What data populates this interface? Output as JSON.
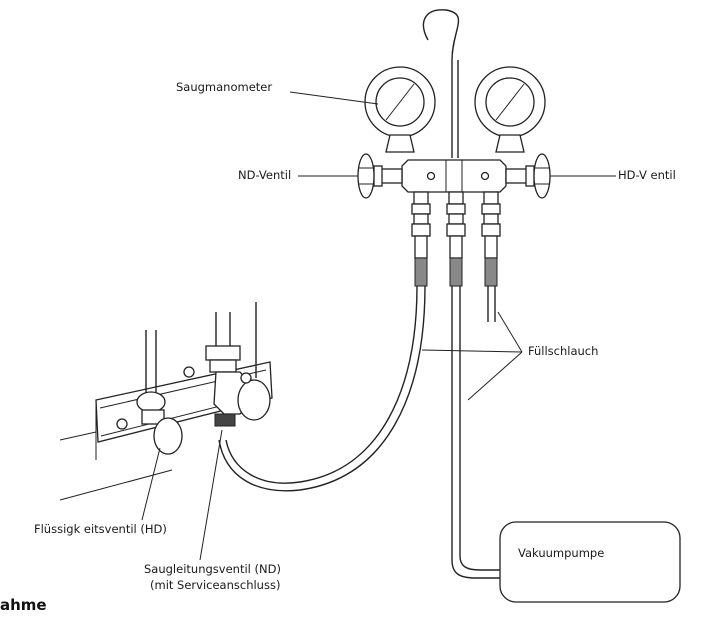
{
  "labels": {
    "saugmanometer": "Saugmanometer",
    "nd_ventil": "ND-Ventil",
    "hd_ventil": "HD-V entil",
    "fuellschlauch": "Füllschlauch",
    "fluessigkeitsventil": "Flüssigk eitsventil (HD)",
    "saugleitungsventil_line1": "Saugleitungsventil (ND)",
    "saugleitungsventil_line2": "(mit Serviceanschluss)",
    "vakuumpumpe": "Vakuumpumpe",
    "heading_fragment": "ahme"
  },
  "colors": {
    "line": "#222222",
    "text": "#1a1a1a",
    "background": "#ffffff"
  }
}
